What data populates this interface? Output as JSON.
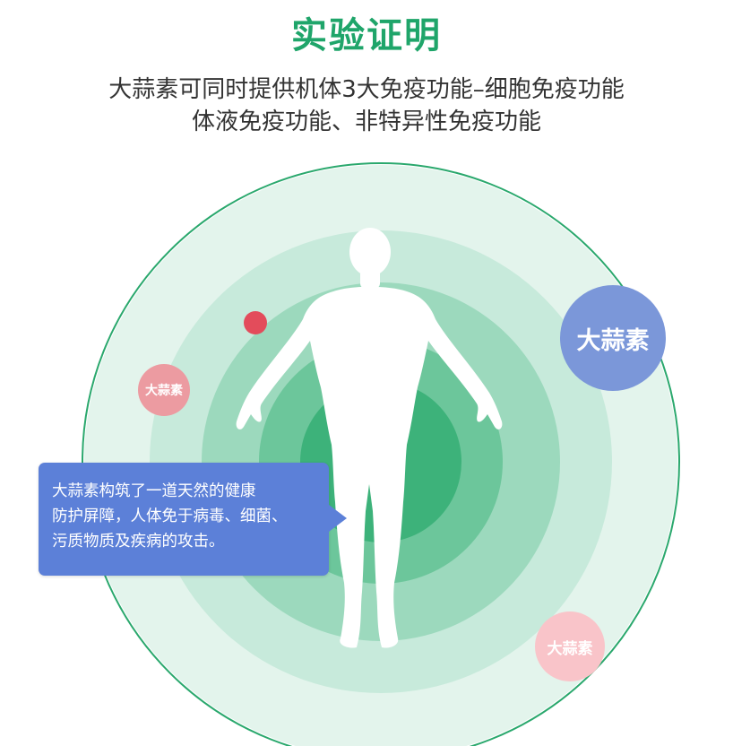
{
  "header": {
    "title": "实验证明",
    "subtitle_line1": "大蒜素可同时提供机体3大免疫功能–细胞免疫功能",
    "subtitle_line2": "体液免疫功能、非特异性免疫功能"
  },
  "badges": {
    "large": "大蒜素",
    "small_red": "大蒜素",
    "small_pink": "大蒜素"
  },
  "callout": {
    "lines": [
      "大蒜素构筑了一道天然的健康",
      "防护屏障，人体免于病毒、细菌、",
      "污质物质及疾病的攻击。"
    ]
  },
  "colors": {
    "title_green": "#1fa56a",
    "ring_outer": "#e3f4ec",
    "ring_2": "#c7eadb",
    "ring_3": "#9cd9bd",
    "ring_4": "#6cc69b",
    "ring_core": "#3db27a",
    "badge_blue": "#7b97d9",
    "badge_red": "#ec9ba1",
    "badge_pink": "#f9c4c9",
    "dot_red": "#e34c5b",
    "callout_blue": "#5c80d8"
  },
  "icons": {
    "figure": "human-body-silhouette-icon",
    "dot": "red-dot-icon"
  }
}
